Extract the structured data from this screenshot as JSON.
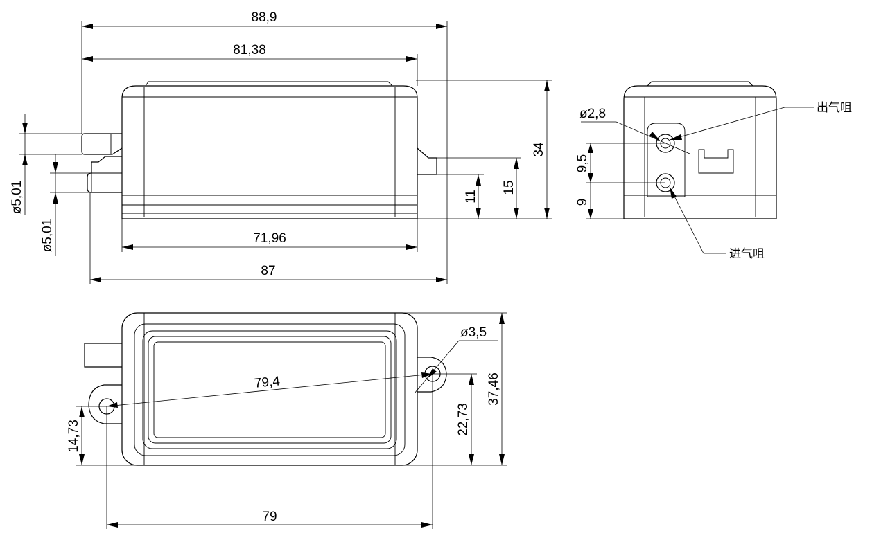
{
  "front_view": {
    "overall_length": "88,9",
    "body_length_top": "81,38",
    "body_length_inner": "71,96",
    "nozzle_span": "87",
    "height": "34",
    "outlet_height": "15",
    "inlet_height": "11",
    "nozzle_dia_upper": "ø5,01",
    "nozzle_dia_lower": "ø5,01"
  },
  "side_view": {
    "port_dia": "ø2,8",
    "port_spacing": "9,5",
    "inlet_height": "9",
    "outlet_label": "出气咀",
    "inlet_label": "进气咀"
  },
  "top_view": {
    "width": "37,46",
    "right_hole_height": "22,73",
    "left_hole_height": "14,73",
    "hole_spacing": "79",
    "hole_diagonal": "79,4",
    "hole_dia": "ø3,5"
  }
}
